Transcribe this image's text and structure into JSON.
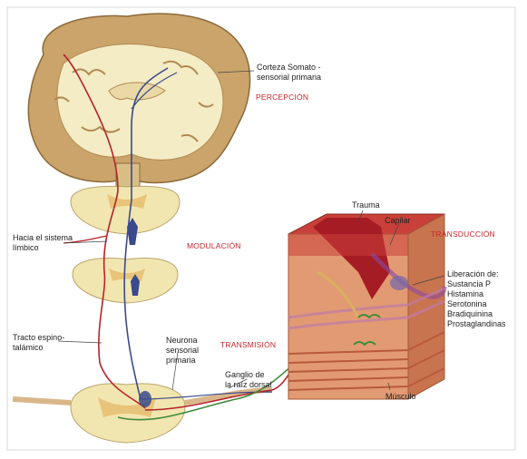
{
  "labels": {
    "cortex_line1": "Corteza Somato -",
    "cortex_line2": "sensorial primaria",
    "percepcion": "PERCEPCIÓN",
    "limbico_line1": "Hacia el sistema",
    "limbico_line2": "límbico",
    "modulacion": "MODULACIÓN",
    "tracto_line1": "Tracto espino-",
    "tracto_line2": "talámico",
    "neurona_line1": "Neurona",
    "neurona_line2": "sensorial",
    "neurona_line3": "primaria",
    "transmision": "TRANSMISIÓN",
    "ganglio_line1": "Ganglio de",
    "ganglio_line2": "la raíz dorsal",
    "trauma": "Trauma",
    "capilar": "Capilar",
    "transduccion": "TRANSDUCCIÓN",
    "liberacion": [
      "Liberación de:",
      "Sustancia P",
      "Histamina",
      "Serotonina",
      "Bradiquinina",
      "Prostaglandinas"
    ],
    "musculo": "Músculo"
  },
  "colors": {
    "brain_gray": "#caa46a",
    "brain_white": "#f4ecc4",
    "cord_white": "#f2e6b0",
    "gray_matter": "#e8c47a",
    "red_fiber": "#b5232a",
    "blue_fiber": "#3a4a8c",
    "green_fiber": "#3f8a3a",
    "tissue": "#e29a72",
    "skin": "#c9403a",
    "muscle": "#d97f5c",
    "label_red": "#c8262c"
  }
}
